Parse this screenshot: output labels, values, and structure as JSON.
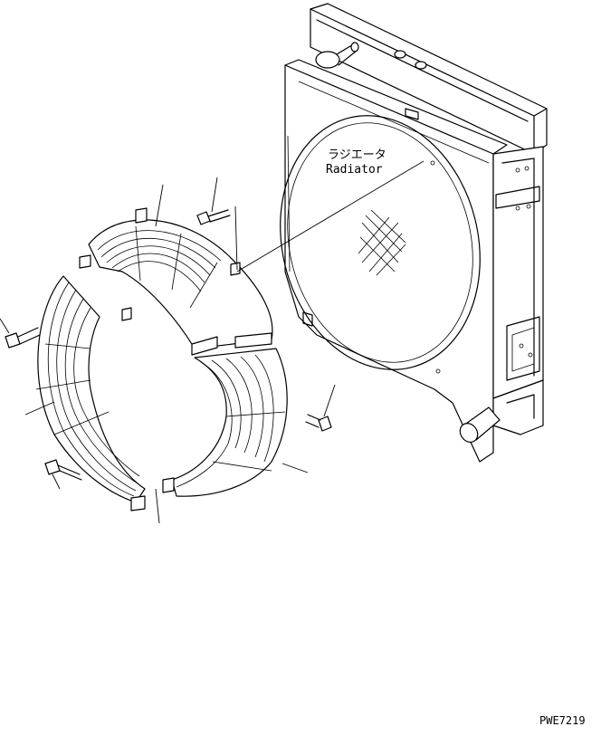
{
  "diagram": {
    "label_ja": "ラジエータ",
    "label_en": "Radiator",
    "drawing_code": "PWE7219"
  }
}
